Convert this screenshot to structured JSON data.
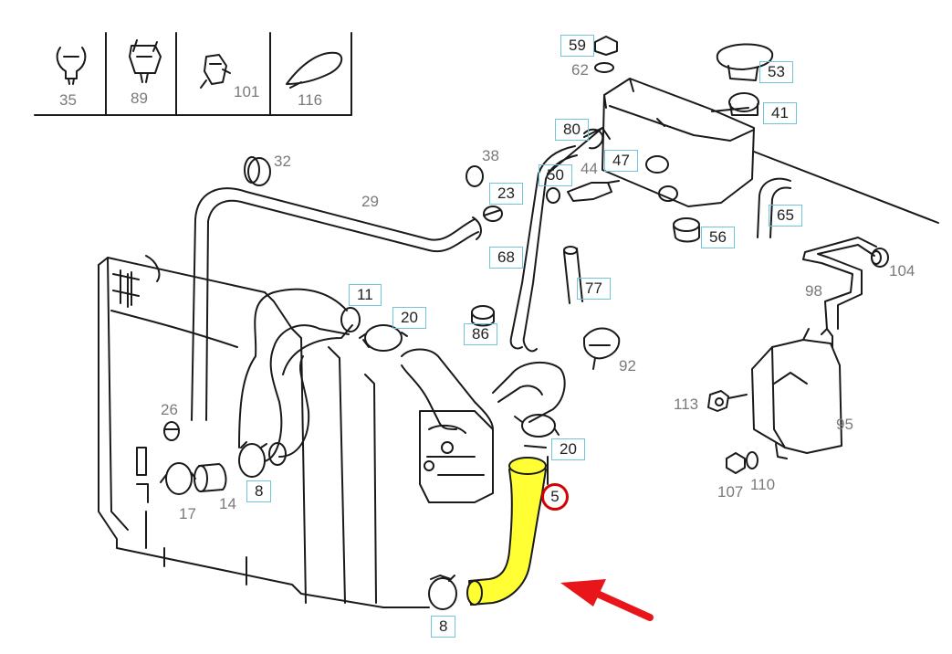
{
  "inset_parts": [
    "35",
    "89",
    "101",
    "116"
  ],
  "labels": {
    "l32": "32",
    "l29": "29",
    "l38": "38",
    "l23": "23",
    "l68": "68",
    "l59": "59",
    "l62": "62",
    "l53": "53",
    "l41": "41",
    "l80": "80",
    "l50": "50",
    "l44": "44",
    "l47": "47",
    "l65": "65",
    "l56": "56",
    "l104": "104",
    "l98": "98",
    "l77": "77",
    "l11": "11",
    "l20a": "20",
    "l86": "86",
    "l92": "92",
    "l26": "26",
    "l17": "17",
    "l14": "14",
    "l8a": "8",
    "l20b": "20",
    "l5": "5",
    "l8b": "8",
    "l113": "113",
    "l95": "95",
    "l107": "107",
    "l110": "110"
  },
  "colors": {
    "highlight_part": "#ffff33",
    "callout_ring": "#d40000",
    "arrow": "#e8161b",
    "label_box": "#6fc6d8"
  },
  "highlighted_part": "5"
}
